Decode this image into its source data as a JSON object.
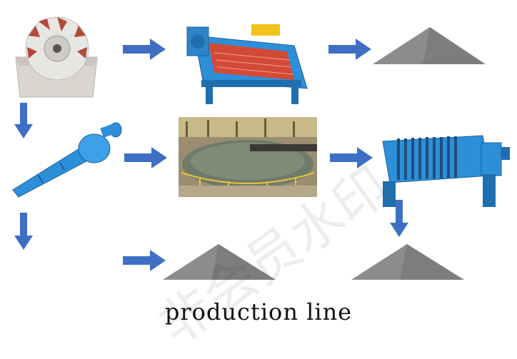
{
  "caption": "production line",
  "watermark": "非会员水印",
  "colors": {
    "arrow": "#3f6fc4",
    "sand": "#7d7d7d",
    "machine_blue": "#2d8fd8",
    "screen_red": "#d24a36"
  },
  "equipment": [
    {
      "name": "wheel-sand-washer"
    },
    {
      "name": "vibrating-dewatering-screen"
    },
    {
      "name": "hydrocyclone"
    },
    {
      "name": "settling-tank"
    },
    {
      "name": "filter-press"
    }
  ],
  "outputs": [
    "sand-pile-top",
    "sand-pile-bottom-left",
    "sand-pile-bottom-right"
  ]
}
